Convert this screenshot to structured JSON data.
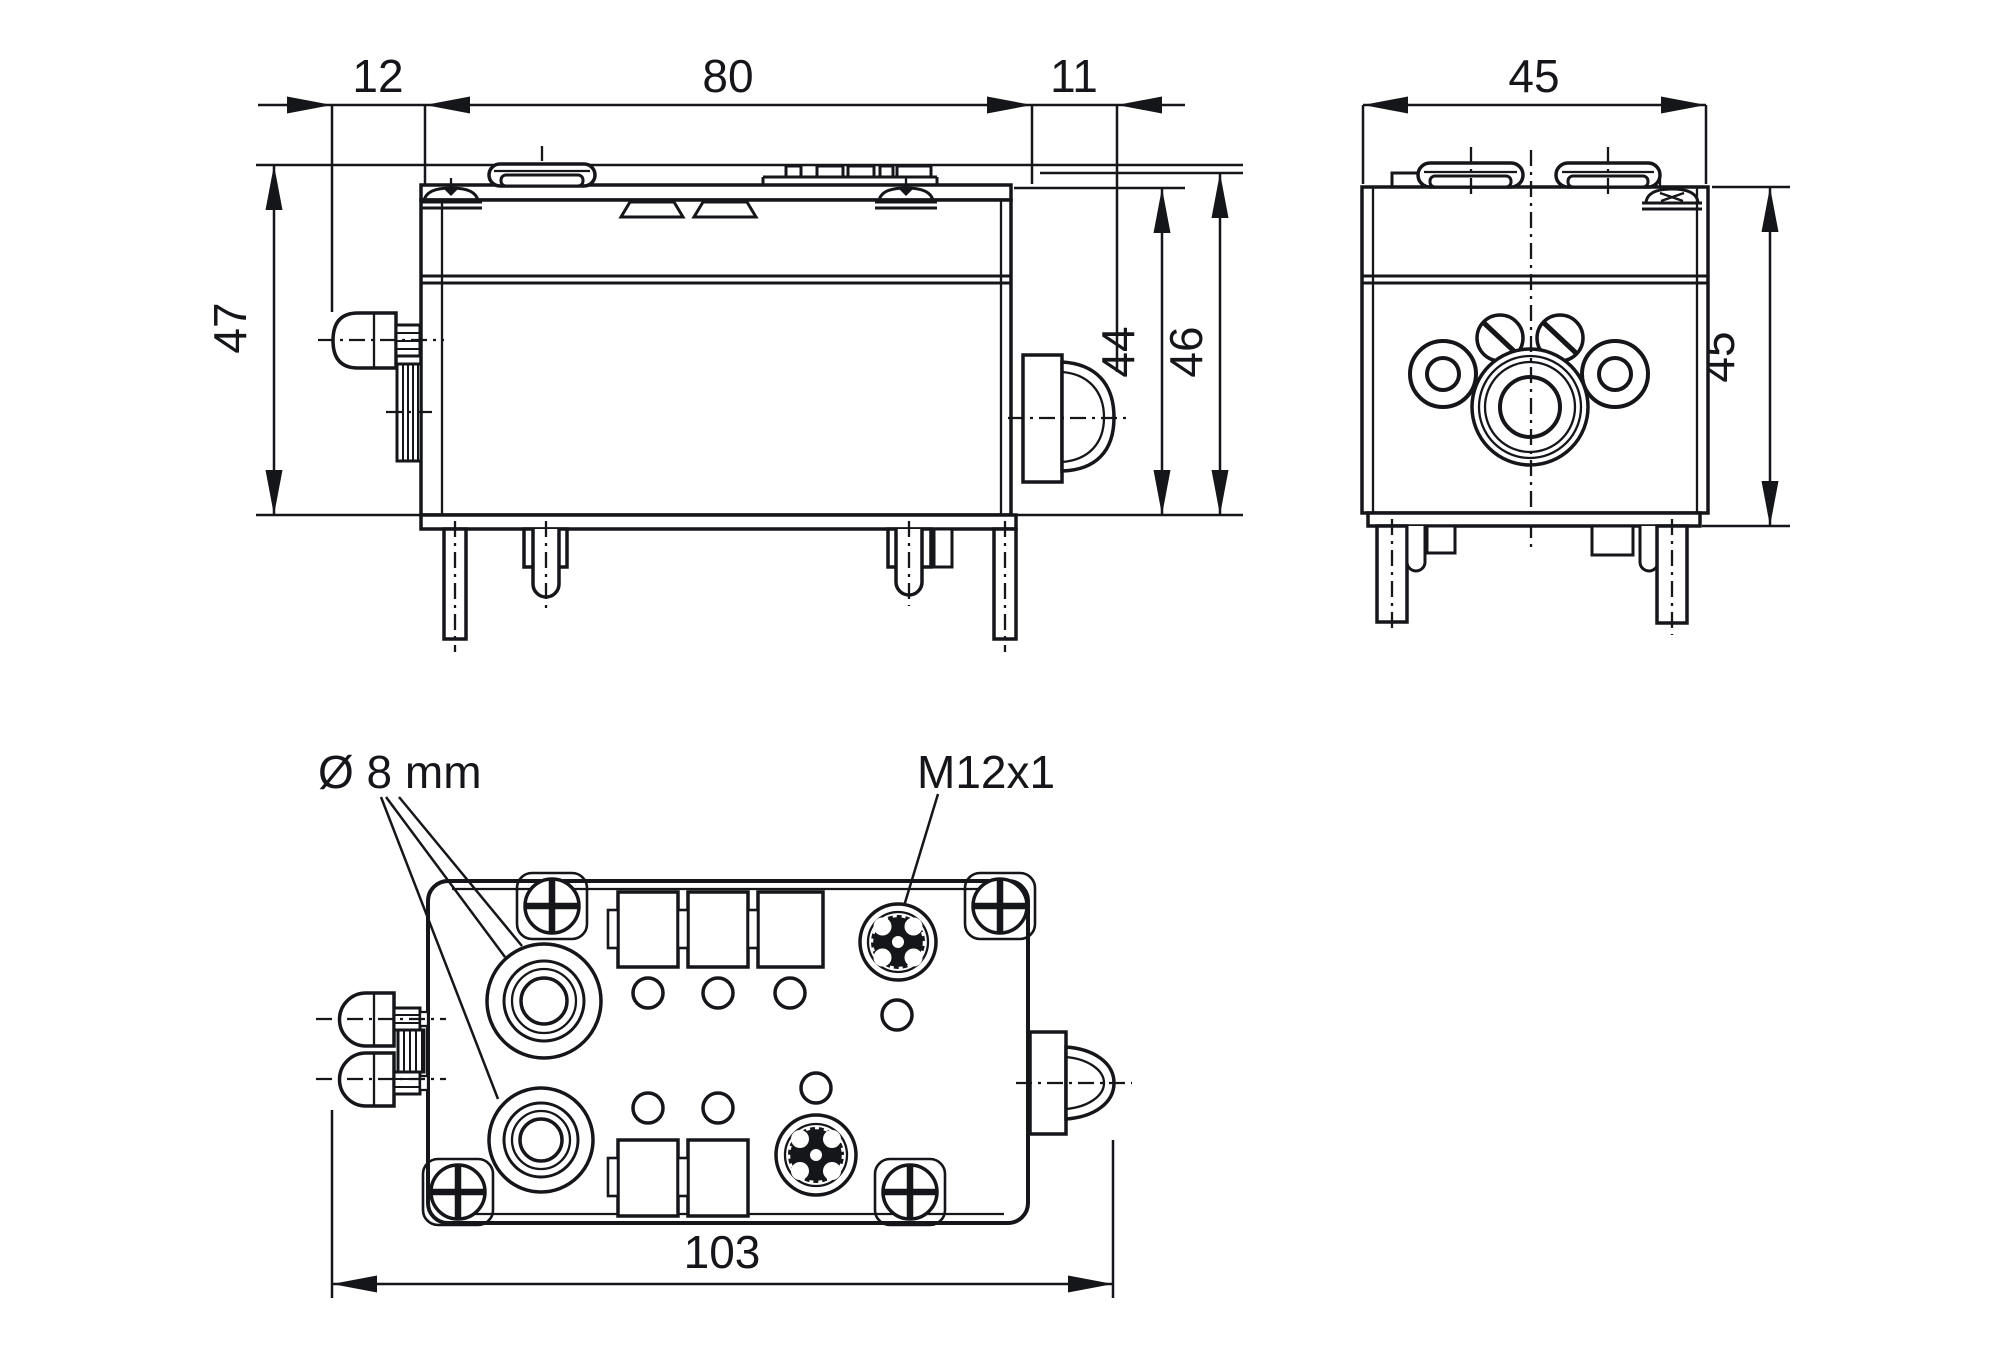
{
  "page": {
    "background": "#ffffff",
    "ink": "#15161a"
  },
  "front_view": {
    "dims": {
      "offset_left": "12",
      "body_width": "80",
      "offset_right": "11",
      "height_overall": "47",
      "height_body": "44",
      "height_cover": "46"
    }
  },
  "side_view": {
    "dims": {
      "width": "45",
      "height": "45"
    }
  },
  "bottom_view": {
    "dims": {
      "length_overall": "103"
    },
    "callouts": {
      "socket_diameter": "Ø 8 mm",
      "connector_thread": "M12x1"
    }
  }
}
